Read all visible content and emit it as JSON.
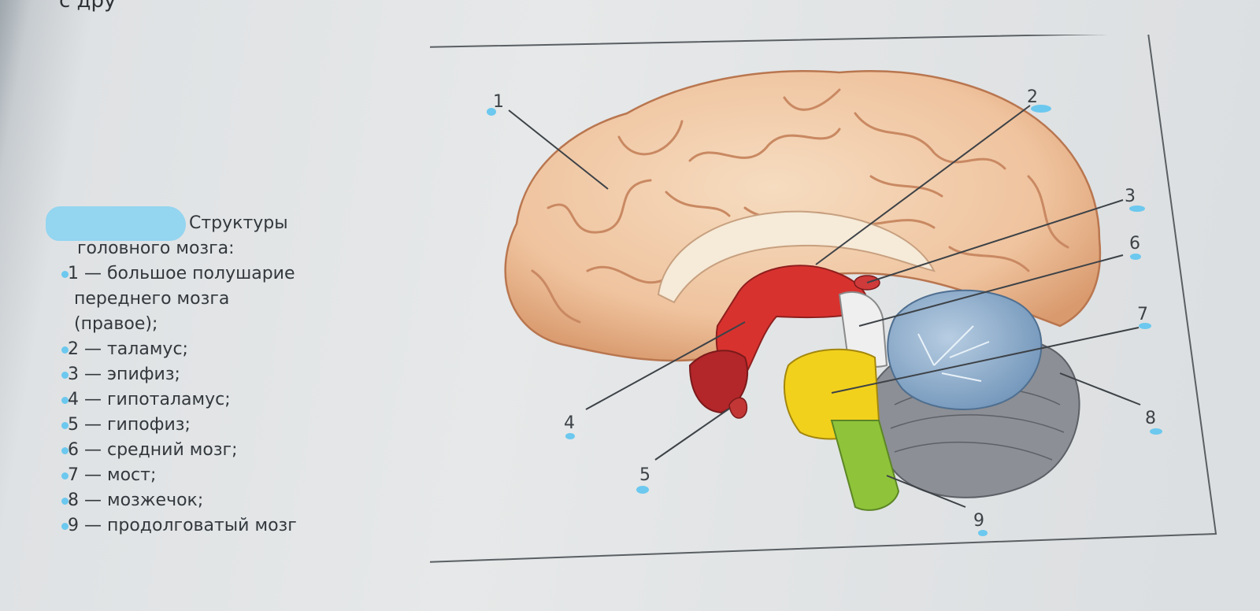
{
  "top_text": "с дру",
  "caption": {
    "title_part1": "Структуры",
    "title_part2": "головного мозга:",
    "items": [
      {
        "line1": "1 — большое полушарие",
        "line2": "переднего мозга",
        "line3": "(правое);"
      },
      {
        "line1": "2 — таламус;"
      },
      {
        "line1": "3 — эпифиз;"
      },
      {
        "line1": "4 — гипоталамус;"
      },
      {
        "line1": "5 — гипофиз;"
      },
      {
        "line1": "6 — средний мозг;"
      },
      {
        "line1": "7 — мост;"
      },
      {
        "line1": "8 — мозжечок;"
      },
      {
        "line1": "9 — продолговатый мозг"
      }
    ]
  },
  "figure": {
    "labels": [
      "1",
      "2",
      "3",
      "4",
      "5",
      "6",
      "7",
      "8",
      "9"
    ]
  },
  "colors": {
    "cortex": "#f0c8a3",
    "cortex_shadow": "#c8845a",
    "thalamus": "#d8322f",
    "midbrain": "#ececec",
    "pons": "#f2d11c",
    "medulla": "#8fc43a",
    "cerebellum": "#8aa9c9",
    "highlight_marker": "#6cc8ee"
  }
}
